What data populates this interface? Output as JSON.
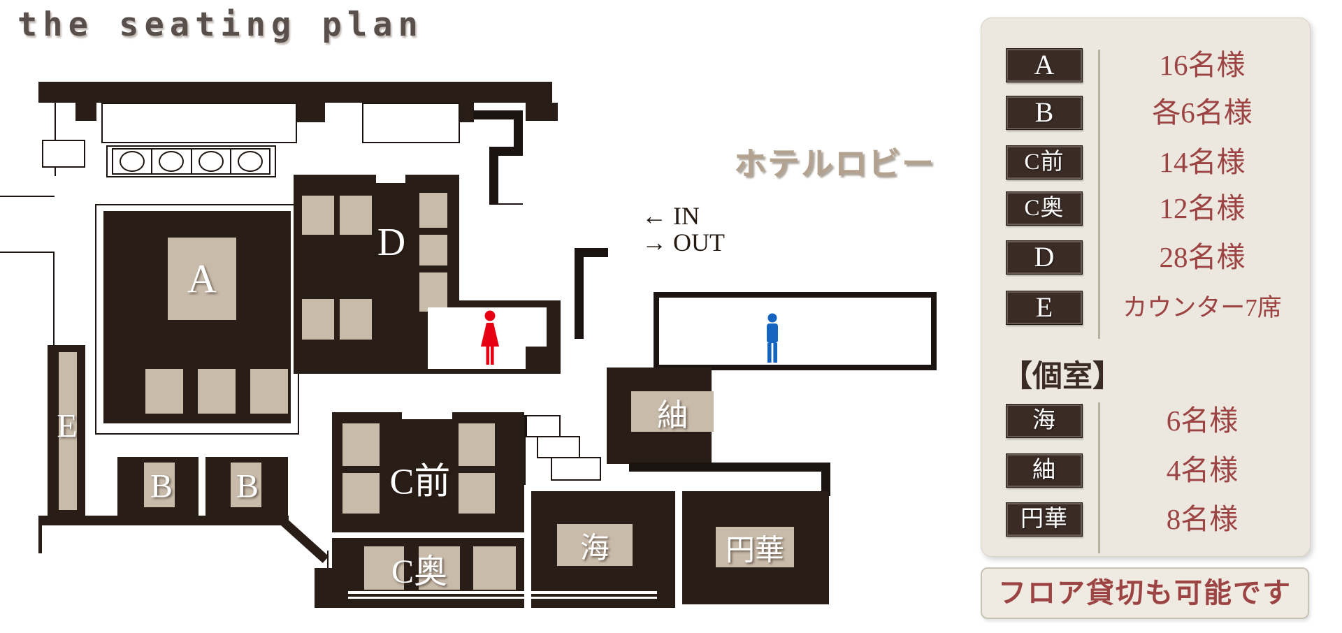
{
  "title": "the seating plan",
  "plan": {
    "lobby_label": "ホテルロビー",
    "in_text": "← IN",
    "out_text": "→ OUT",
    "rooms": {
      "a": "A",
      "b1": "B",
      "b2": "B",
      "cmae": "C前",
      "coku": "C奥",
      "d": "D",
      "e": "E",
      "umi": "海",
      "tsumugi": "紬",
      "enka": "円華"
    },
    "icons": {
      "women": "women-restroom",
      "men": "men-restroom"
    }
  },
  "legend": {
    "rows": [
      {
        "label": "A",
        "capacity": "16名様"
      },
      {
        "label": "B",
        "capacity": "各6名様"
      },
      {
        "label": "C前",
        "capacity": "14名様"
      },
      {
        "label": "C奥",
        "capacity": "12名様"
      },
      {
        "label": "D",
        "capacity": "28名様"
      },
      {
        "label": "E",
        "capacity": "カウンター7席"
      }
    ],
    "private_header": "【個室】",
    "private_rows": [
      {
        "label": "海",
        "capacity": "6名様"
      },
      {
        "label": "紬",
        "capacity": "4名様"
      },
      {
        "label": "円華",
        "capacity": "8名様"
      }
    ],
    "footer": "フロア貸切も可能です"
  },
  "colors": {
    "wall_dark": "#281d17",
    "table_beige": "#c8bbaa",
    "legend_bg": "#ece8df",
    "badge_brown": "#3a2b25",
    "capacity_maroon": "#9c4343",
    "lobby_tan": "#b3a290",
    "women_red": "#e60012",
    "men_blue": "#1565c0",
    "title_gray": "#59504b"
  }
}
